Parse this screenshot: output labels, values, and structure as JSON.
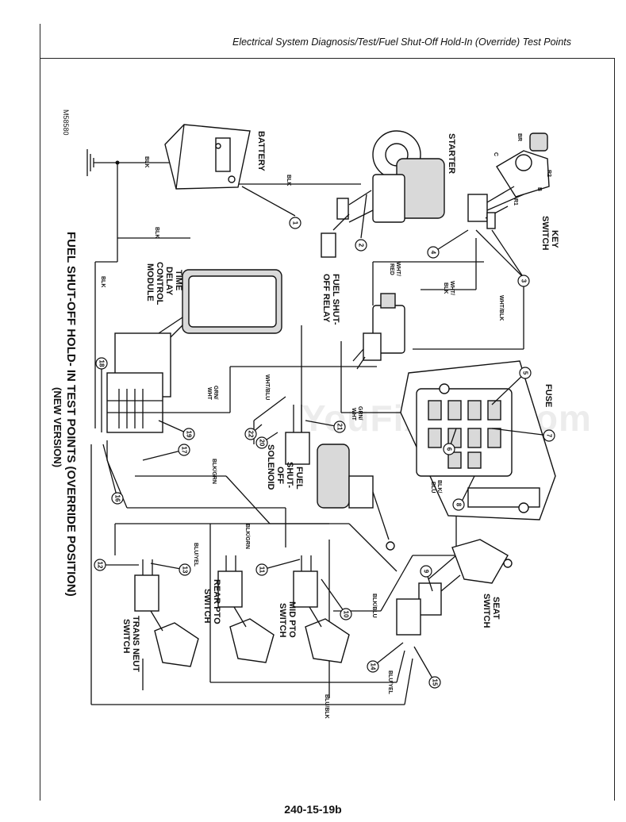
{
  "header": {
    "title": "Electrical System Diagnosis/Test/Fuel Shut-Off Hold-In (Override) Test Points"
  },
  "figure": {
    "figure_id": "M58580",
    "title_line1": "FUEL SHUT-OFF HOLD- IN TEST POINTS (OVERRIDE POSITION)",
    "title_line2": "(NEW VERSION)"
  },
  "components": {
    "battery": "BATTERY",
    "starter": "STARTER",
    "key_switch_1": "KEY",
    "key_switch_2": "SWITCH",
    "fuel_relay_1": "FUEL SHUT-",
    "fuel_relay_2": "OFF RELAY",
    "time_delay_1": "TIME",
    "time_delay_2": "DELAY",
    "time_delay_3": "CONTROL",
    "time_delay_4": "MODULE",
    "fuse": "FUSE",
    "solenoid_1": "FUEL",
    "solenoid_2": "SHUT-",
    "solenoid_3": "OFF",
    "solenoid_4": "SOLENOID",
    "seat_1": "SEAT",
    "seat_2": "SWITCH",
    "mid_pto_1": "MID PTO",
    "mid_pto_2": "SWITCH",
    "rear_pto_1": "REAR PTO",
    "rear_pto_2": "SWITCH",
    "trans_1": "TRANS NEUT",
    "trans_2": "SWITCH"
  },
  "terminals": {
    "br": "BR",
    "c": "C",
    "r2": "R2",
    "b": "B",
    "r1": "R1"
  },
  "wires": {
    "w_blk_batt_top": "BLK",
    "w_blk_starter": "BLK",
    "w_blk_mid": "BLK",
    "w_blk_left": "BLK",
    "w_wht_red_1": "WHT/",
    "w_wht_red_2": "RED",
    "w_wht_blk_a1": "WHT/",
    "w_wht_blk_a2": "BLK",
    "w_wht_blk_b": "WHT/BLK",
    "w_grn_wht_1": "GRN/",
    "w_grn_wht_2": "WHT",
    "w_wht_blu": "WHT/BLU",
    "w_grn_wht_b1": "GRN/",
    "w_grn_wht_b2": "WHT",
    "w_blk_grn_a": "BLK/GRN",
    "w_blk_blu_a1": "BLK/",
    "w_blk_blu_a2": "BLU",
    "w_blk_grn_b": "BLK/GRN",
    "w_blu_yel_a": "BLU/YEL",
    "w_blk_blu_b": "BLK/BLU",
    "w_blu_yel_b": "BLU/YEL",
    "w_blu_blk": "BLU/BLK"
  },
  "test_points": [
    "1",
    "2",
    "3",
    "4",
    "5",
    "6",
    "7",
    "8",
    "9",
    "10",
    "11",
    "12",
    "13",
    "14",
    "15",
    "16",
    "17",
    "18",
    "19",
    "20",
    "21",
    "22"
  ],
  "watermark": "YouFixThis.com",
  "page_number": "240-15-19b"
}
